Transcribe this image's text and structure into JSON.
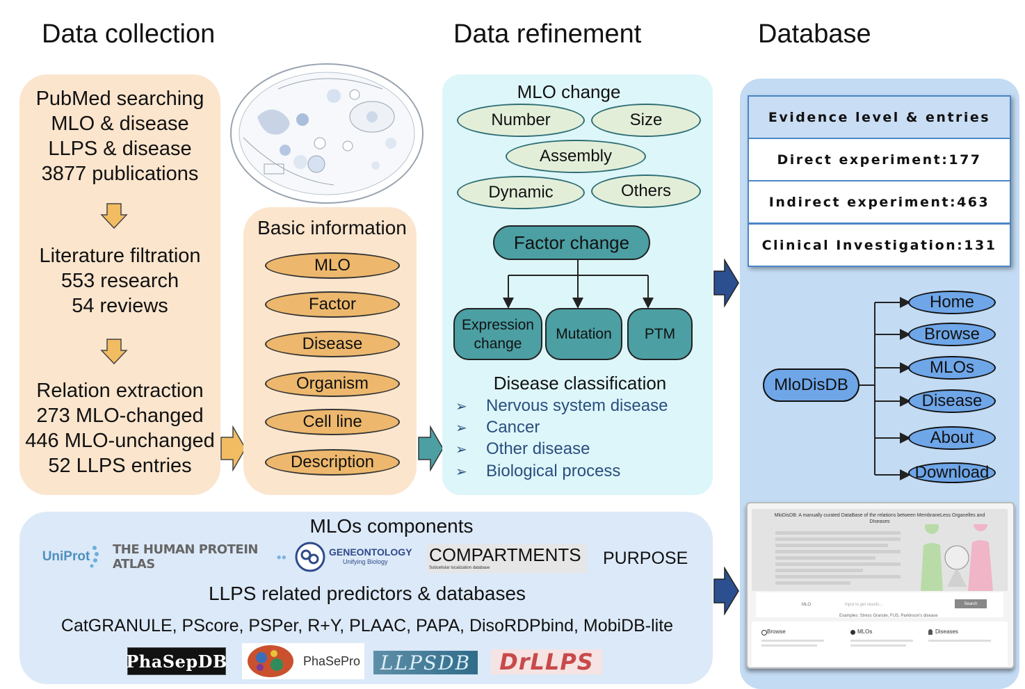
{
  "headings": {
    "collection": "Data collection",
    "refinement": "Data refinement",
    "database": "Database"
  },
  "collection": {
    "search_lines": [
      "PubMed searching",
      "MLO & disease",
      "LLPS & disease",
      "3877 publications"
    ],
    "filtration_lines": [
      "Literature filtration",
      "553 research",
      "54 reviews"
    ],
    "extraction_lines": [
      "Relation extraction",
      "273 MLO-changed",
      "446 MLO-unchanged",
      "52 LLPS entries"
    ]
  },
  "basic": {
    "title": "Basic information",
    "items": [
      "MLO",
      "Factor",
      "Disease",
      "Organism",
      "Cell line",
      "Description"
    ]
  },
  "refinement": {
    "mlo_change_title": "MLO change",
    "mlo_changes": [
      "Number",
      "Size",
      "Assembly",
      "Dynamic",
      "Others"
    ],
    "factor_change": "Factor change",
    "factor_types": [
      "Expression change",
      "Mutation",
      "PTM"
    ],
    "disease_title": "Disease classification",
    "disease_items": [
      "Nervous system disease",
      "Cancer",
      "Other disease",
      "Biological process"
    ]
  },
  "database": {
    "evidence_header": "Evidence level & entries",
    "evidence_rows": [
      "Direct experiment:177",
      "Indirect experiment:463",
      "Clinical Investigation:131"
    ],
    "root": "MloDisDB",
    "nav": [
      "Home",
      "Browse",
      "MLOs",
      "Disease",
      "About",
      "Download"
    ]
  },
  "components": {
    "title": "MLOs components",
    "logos": {
      "uniprot": "UniProt",
      "hpa": "THE HUMAN PROTEIN ATLAS",
      "go_main": "GENEONTOLOGY",
      "go_sub": "Unifying Biology",
      "compartments": "COMPARTMENTS",
      "compartments_sub": "Subcellular localization database",
      "purpose": "PURPOSE"
    },
    "llps_title": "LLPS related predictors & databases",
    "predictors": "CatGRANULE, PScore, PSPer, R+Y, PLAAC, PAPA, DisoRDPbind, MobiDB-lite",
    "db_logos": [
      "PhaSepDB",
      "PhaSePro",
      "LLPSDB",
      "DrLLPS"
    ]
  },
  "screenshot": {
    "title": "MloDisDB: A manually curated DataBase of the relations between MembraneLess Organelles and DIseases",
    "search_label": "MLO",
    "search_placeholder": "Input to get results...",
    "search_button": "Search",
    "examples": "Examples: Stress Granule, FUS, Parkinson's disease",
    "cards": [
      "Browse",
      "MLOs",
      "Diseases"
    ]
  },
  "colors": {
    "orange_panel": "#FBE5CD",
    "orange_oval": "#EDB86D",
    "cyan_panel": "#DDF6FA",
    "blue_panel": "#C3DBF3",
    "teal": "#4C9FA3",
    "arrow_navy": "#2B4F8F",
    "arrow_orange": "#F2BC63",
    "arrow_teal": "#4C9FA3"
  }
}
